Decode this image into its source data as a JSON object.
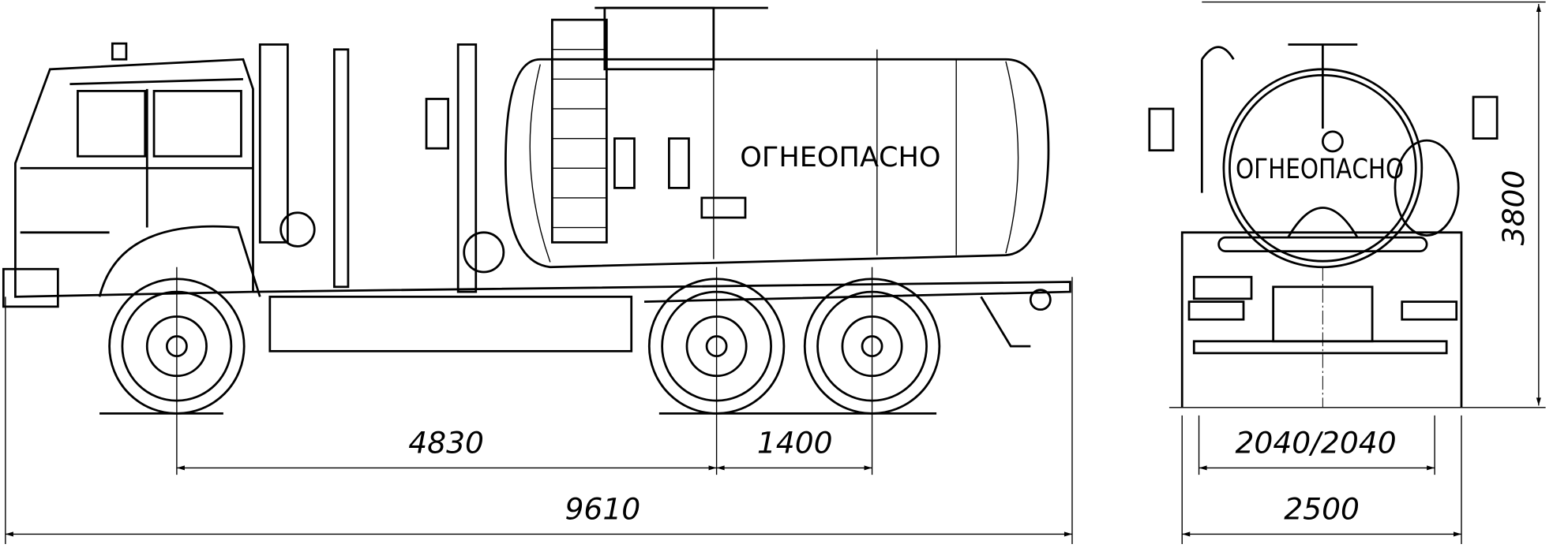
{
  "side_view": {
    "tank_label": "ОГНЕОПАСНО",
    "dimensions": {
      "wheelbase": "4830",
      "rear_axle_spacing": "1400",
      "overall_length": "9610"
    }
  },
  "rear_view": {
    "tank_label": "ОГНЕОПАСНО",
    "dimensions": {
      "track": "2040/2040",
      "overall_width": "2500",
      "overall_height": "3800"
    }
  }
}
